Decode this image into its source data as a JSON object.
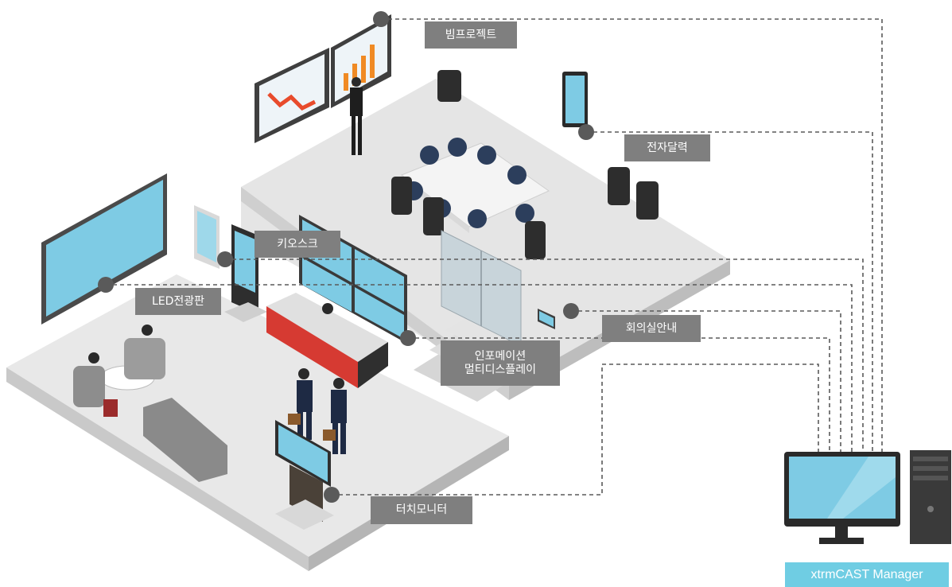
{
  "labels": {
    "beam_projector": "빔프로젝트",
    "e_calendar": "전자달력",
    "kiosk": "키오스크",
    "led_board": "LED전광판",
    "meeting_room_guide": "회의실안내",
    "info_multidisplay_line1": "인포메이션",
    "info_multidisplay_line2": "멀티디스플레이",
    "touch_monitor": "터치모니터"
  },
  "manager": {
    "label": "xtrmCAST Manager"
  },
  "colors": {
    "floor": "#e8e8e8",
    "floor_side": "#bdbdbd",
    "screen": "#7ecbe4",
    "frame": "#4a4a4a",
    "label_bg": "#7f7f7f",
    "manager_bg": "#6fcde3",
    "reception_red": "#d63a32",
    "connector_dot": "#5a5a5a"
  }
}
